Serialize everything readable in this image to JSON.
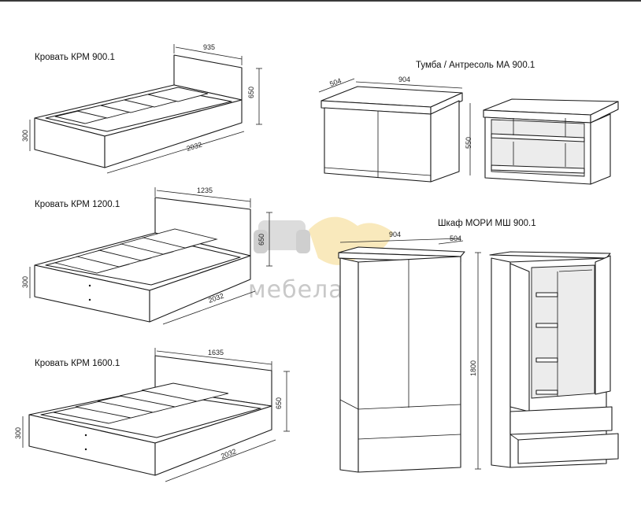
{
  "products": {
    "bed_900": {
      "title": "Кровать КРМ 900.1",
      "width": "935",
      "length": "2032",
      "height": "300",
      "head_height": "650"
    },
    "bed_1200": {
      "title": "Кровать КРМ 1200.1",
      "width": "1235",
      "length": "2032",
      "height": "300",
      "head_height": "650"
    },
    "bed_1600": {
      "title": "Кровать КРМ 1600.1",
      "width": "1635",
      "length": "2032",
      "height": "300",
      "head_height": "650"
    },
    "nightstand": {
      "title": "Тумба / Антресоль   МА 900.1",
      "width": "904",
      "depth": "504",
      "height": "550"
    },
    "wardrobe": {
      "title": "Шкаф МОРИ   МШ 900.1",
      "width": "904",
      "depth": "504",
      "height": "1800"
    }
  },
  "watermark": {
    "brand": "мебеласка"
  },
  "colors": {
    "line": "#1a1a1a",
    "watermark": "#c9c9c9",
    "watermark_accent": "#f7e2a6",
    "interior": "#ececec"
  }
}
